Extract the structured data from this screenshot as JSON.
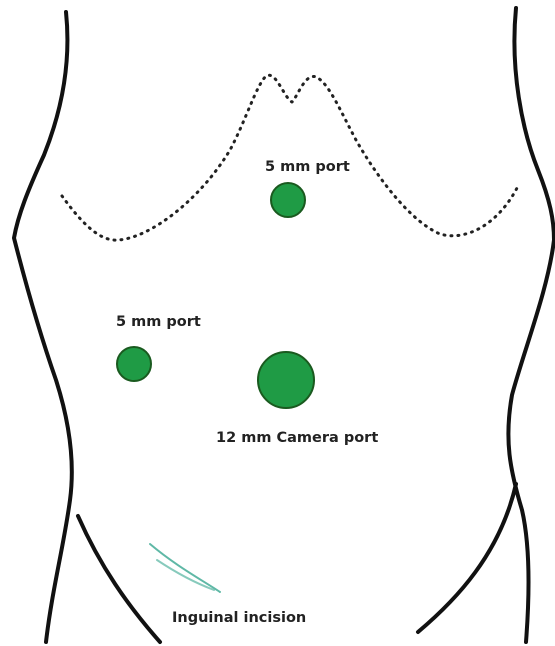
{
  "labels": {
    "upper_port": "5 mm port",
    "left_port": "5 mm port",
    "camera_port": "12 mm Camera port",
    "incision": "Inguinal incision"
  },
  "colors": {
    "port_fill": "#1f9b45",
    "port_stroke": "#1a5a1f",
    "outline": "#111111",
    "incision": "#5fb8a6"
  }
}
